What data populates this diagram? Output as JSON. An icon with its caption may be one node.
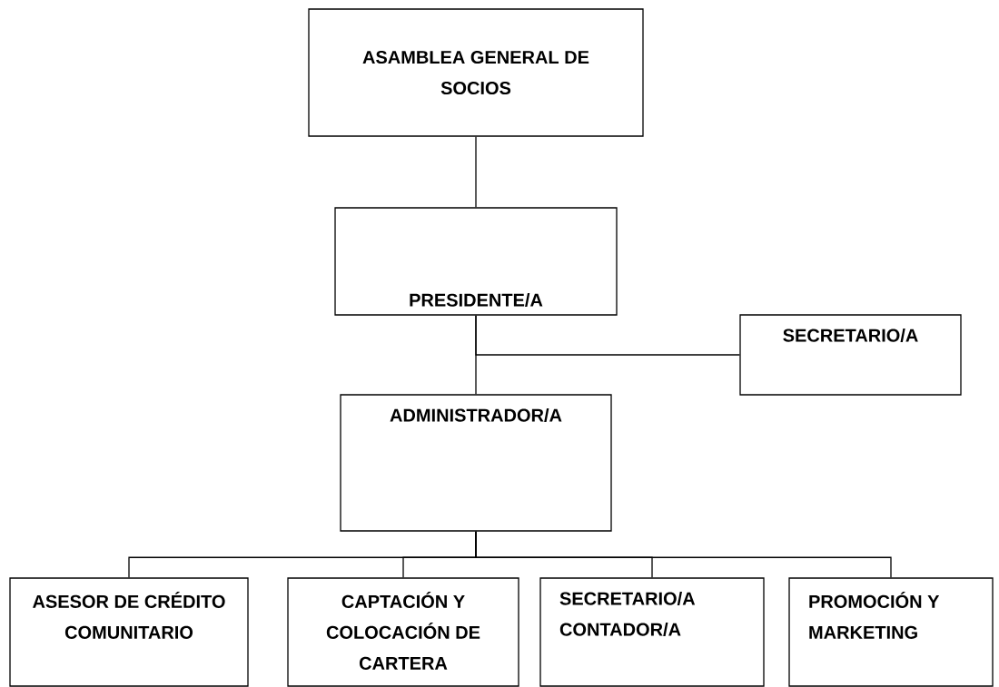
{
  "diagram": {
    "nodes": [
      {
        "text": [
          "ASAMBLEA GENERAL DE SOCIOS"
        ]
      },
      {
        "text": [
          "PRESIDENTE/A"
        ]
      },
      {
        "text": [
          "SECRETARIO/A"
        ]
      },
      {
        "text": [
          "ADMINISTRADOR/A"
        ]
      },
      {
        "text": [
          "ASESOR DE CRÉDITO COMUNITARIO"
        ]
      },
      {
        "text": [
          "CAPTACIÓN Y COLOCACIÓN DE CARTERA"
        ]
      },
      {
        "text": [
          "SECRETARIO/A CONTADOR/A"
        ]
      },
      {
        "text": [
          "PROMOCIÓN Y MARKETING"
        ]
      }
    ],
    "edges": [
      {
        "from": 0,
        "to": 1,
        "arrow": "none"
      },
      {
        "from": 1,
        "to": 2,
        "arrow": "none"
      },
      {
        "from": 1,
        "to": 3,
        "arrow": "none"
      },
      {
        "from": 3,
        "to": 4,
        "arrow": "none"
      },
      {
        "from": 3,
        "to": 5,
        "arrow": "none"
      },
      {
        "from": 3,
        "to": 6,
        "arrow": "none"
      },
      {
        "from": 3,
        "to": 7,
        "arrow": "none"
      }
    ]
  }
}
